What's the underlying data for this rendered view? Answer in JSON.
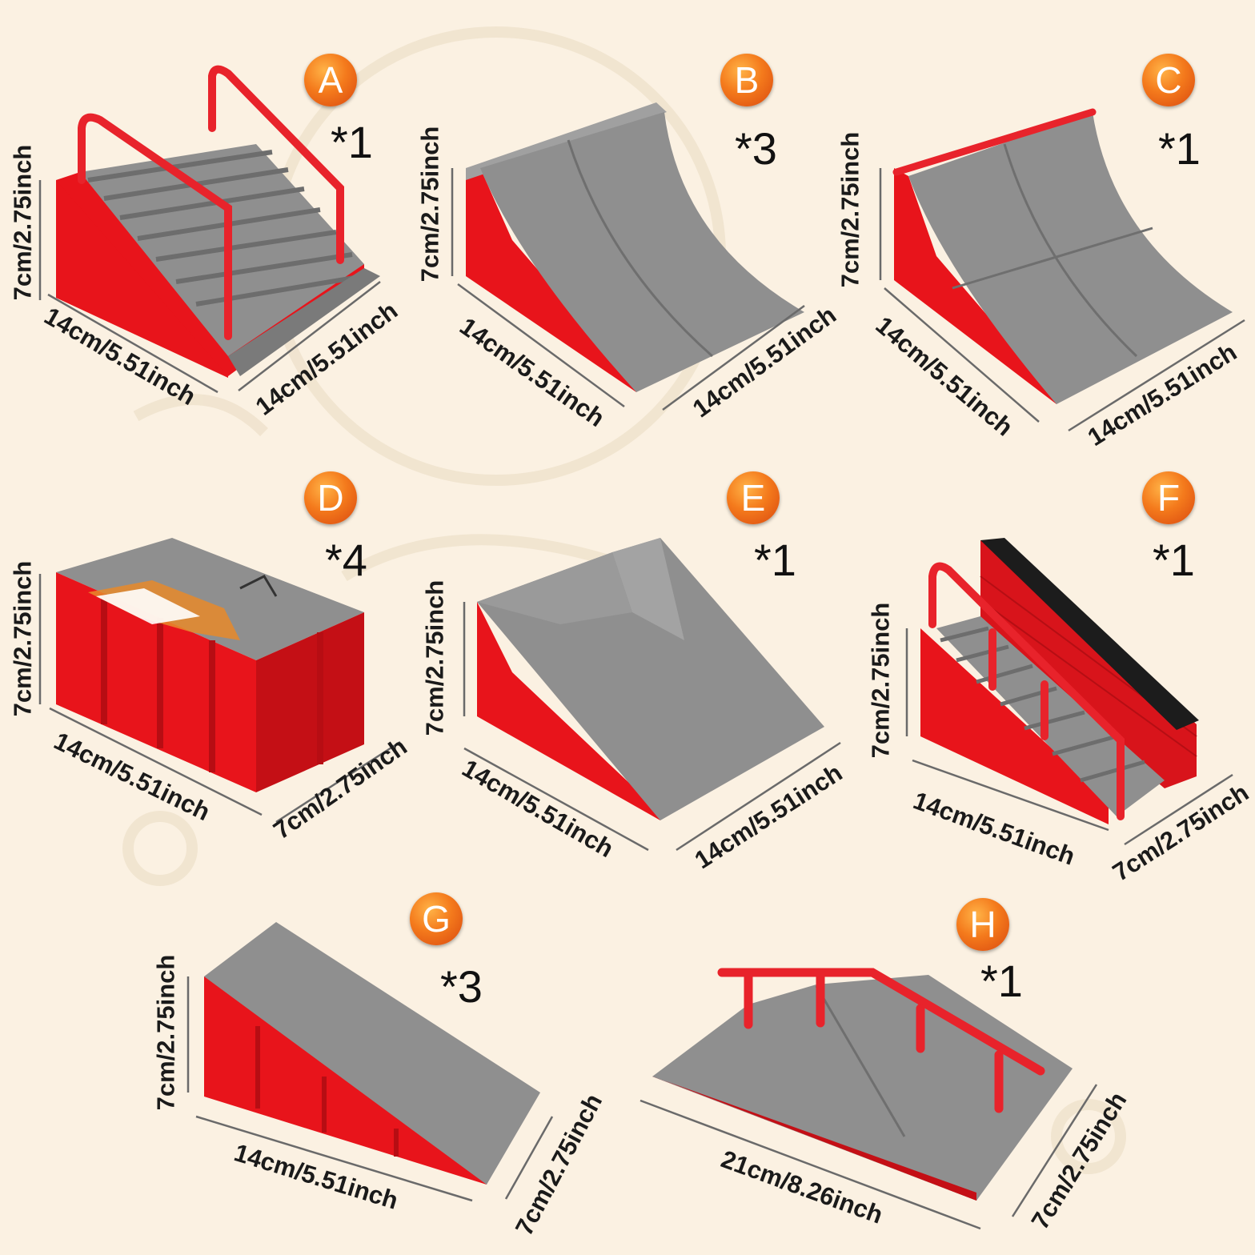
{
  "pieces": [
    {
      "id": "A",
      "badge": "A",
      "quantity": "*1",
      "dims": [
        "7cm/2.75inch",
        "14cm/5.51inch",
        "14cm/5.51inch"
      ]
    },
    {
      "id": "B",
      "badge": "B",
      "quantity": "*3",
      "dims": [
        "7cm/2.75inch",
        "14cm/5.51inch",
        "14cm/5.51inch"
      ]
    },
    {
      "id": "C",
      "badge": "C",
      "quantity": "*1",
      "dims": [
        "7cm/2.75inch",
        "14cm/5.51inch",
        "14cm/5.51inch"
      ]
    },
    {
      "id": "D",
      "badge": "D",
      "quantity": "*4",
      "dims": [
        "7cm/2.75inch",
        "14cm/5.51inch",
        "7cm/2.75inch"
      ]
    },
    {
      "id": "E",
      "badge": "E",
      "quantity": "*1",
      "dims": [
        "7cm/2.75inch",
        "14cm/5.51inch",
        "14cm/5.51inch"
      ]
    },
    {
      "id": "F",
      "badge": "F",
      "quantity": "*1",
      "dims": [
        "7cm/2.75inch",
        "14cm/5.51inch",
        "7cm/2.75inch"
      ]
    },
    {
      "id": "G",
      "badge": "G",
      "quantity": "*3",
      "dims": [
        "7cm/2.75inch",
        "14cm/5.51inch",
        "7cm/2.75inch"
      ]
    },
    {
      "id": "H",
      "badge": "H",
      "quantity": "*1",
      "dims": [
        "21cm/8.26inch",
        "7cm/2.75inch"
      ]
    }
  ],
  "colors": {
    "background": "#fbf1e2",
    "red": "#e8141b",
    "gray": "#8f8f8f",
    "rail": "#e8232b",
    "badge": "#f47a1c"
  }
}
